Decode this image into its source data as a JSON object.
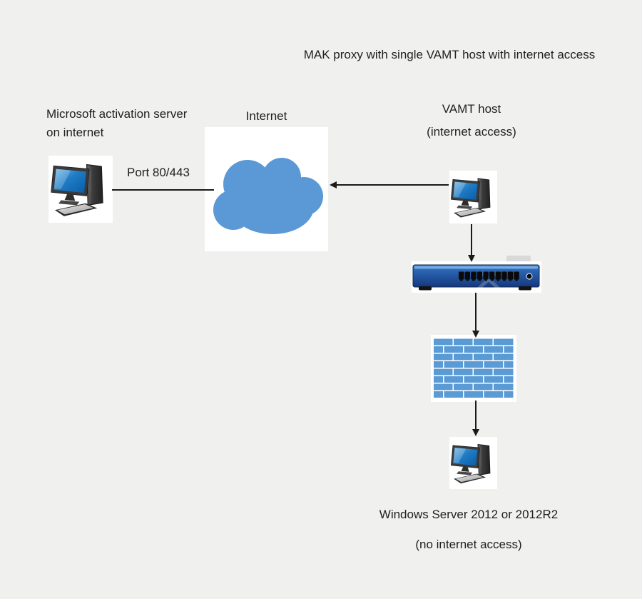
{
  "title": "MAK proxy with single VAMT host with internet access",
  "nodes": {
    "activation_server": {
      "label_line1": "Microsoft activation server",
      "label_line2": "on internet",
      "icon": "desktop-pc-icon"
    },
    "internet_cloud": {
      "label": "Internet",
      "icon": "cloud-icon"
    },
    "vamt_host": {
      "label_line1": "VAMT host",
      "label_line2": "(internet access)",
      "icon": "desktop-pc-icon"
    },
    "network_switch": {
      "icon": "network-switch-icon"
    },
    "firewall": {
      "icon": "firewall-brick-wall-icon"
    },
    "isolated_server": {
      "label_line1": "Windows Server 2012 or 2012R2",
      "label_line2": "(no internet access)",
      "icon": "desktop-pc-icon"
    }
  },
  "connections": {
    "port_label": "Port 80/443"
  },
  "colors": {
    "background": "#f0f0ee",
    "cloud_blue": "#5b99d6",
    "brick_blue": "#5b9bd5",
    "switch_blue_top": "#3b82d4",
    "switch_blue_bottom": "#15387d",
    "text": "#1f1f1f",
    "panel_white": "#ffffff"
  }
}
